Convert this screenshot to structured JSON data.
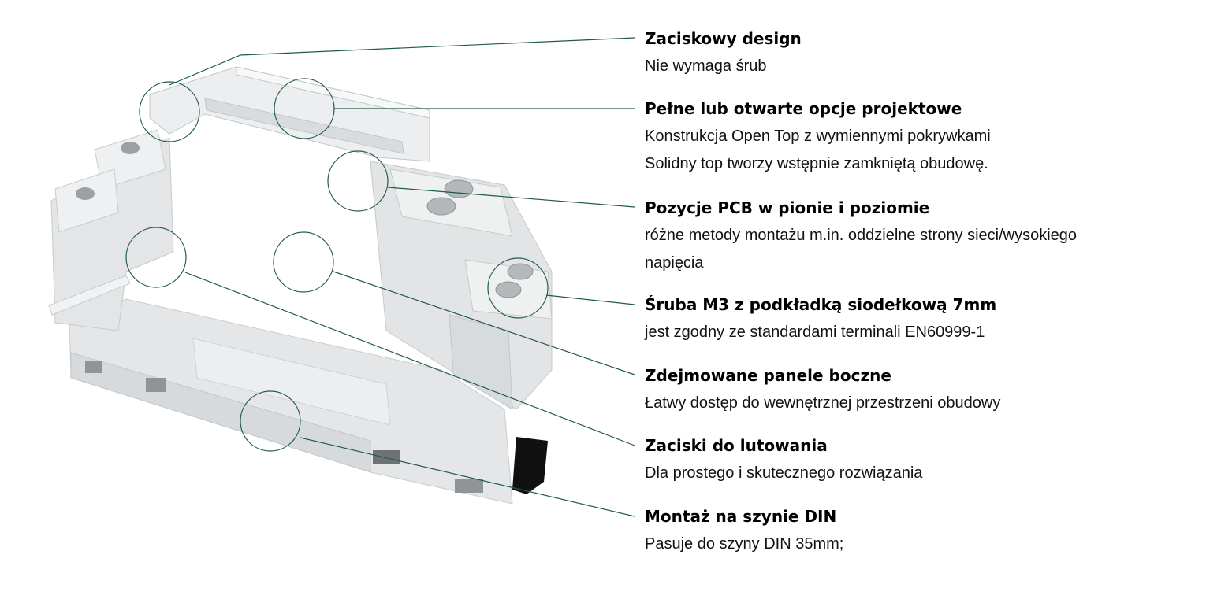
{
  "colors": {
    "leader": "#1f5b4c",
    "body_light": "#eef0f0",
    "body_mid": "#dcdfe0",
    "body_dark": "#b9bdc0",
    "clip": "#111111"
  },
  "features": [
    {
      "title": "Zaciskowy design",
      "lines": [
        "Nie wymaga śrub"
      ]
    },
    {
      "title": "Pełne lub otwarte opcje projektowe",
      "lines": [
        "Konstrukcja Open Top z wymiennymi pokrywkami",
        "Solidny top tworzy wstępnie zamkniętą obudowę."
      ]
    },
    {
      "title": "Pozycje PCB w pionie i poziomie",
      "lines": [
        "różne metody montażu m.in. oddzielne strony sieci/wysokiego",
        "napięcia"
      ]
    },
    {
      "title": "Śruba M3 z podkładką siodełkową 7mm",
      "lines": [
        "jest zgodny ze standardami terminali EN60999-1"
      ]
    },
    {
      "title": "Zdejmowane panele boczne",
      "lines": [
        "Łatwy dostęp do wewnętrznej przestrzeni obudowy"
      ]
    },
    {
      "title": "Zaciski do lutowania",
      "lines": [
        "Dla prostego i skutecznego rozwiązania"
      ]
    },
    {
      "title": "Montaż na szynie DIN",
      "lines": [
        "Pasuje do szyny DIN 35mm;"
      ]
    }
  ]
}
